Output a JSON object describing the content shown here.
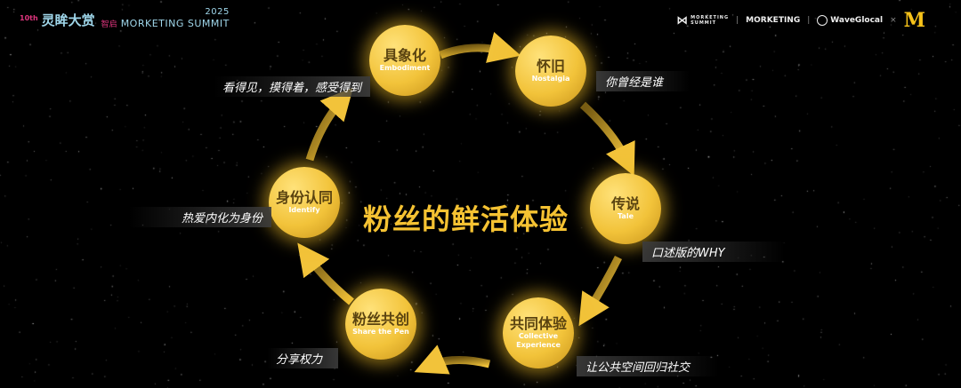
{
  "header": {
    "edition": "10th",
    "award_cn": "灵眸大赏",
    "org_cn": "智启",
    "summit": "MORKETING SUMMIT",
    "year": "2025",
    "logos": {
      "summit_top": "MORKETING",
      "summit_bottom": "SUMMIT",
      "morketing": "MORKETING",
      "waveglocal": "WaveGlocal",
      "times": "×",
      "mcd": "M"
    }
  },
  "title": "粉丝的鲜活体验",
  "nodes": [
    {
      "cn": "具象化",
      "en": "Embodiment",
      "caption": "看得见，摸得着，感受得到"
    },
    {
      "cn": "怀旧",
      "en": "Nostalgia",
      "caption": "你曾经是谁"
    },
    {
      "cn": "传说",
      "en": "Tale",
      "caption": "口述版的WHY"
    },
    {
      "cn": "共同体验",
      "en": "Collective Experience",
      "caption": "让公共空间回归社交"
    },
    {
      "cn": "粉丝共创",
      "en": "Share the Pen",
      "caption": "分享权力"
    },
    {
      "cn": "身份认同",
      "en": "Identify",
      "caption": "热爱内化为身份"
    }
  ],
  "colors": {
    "accent": "#f5c232",
    "bg": "#000000"
  }
}
